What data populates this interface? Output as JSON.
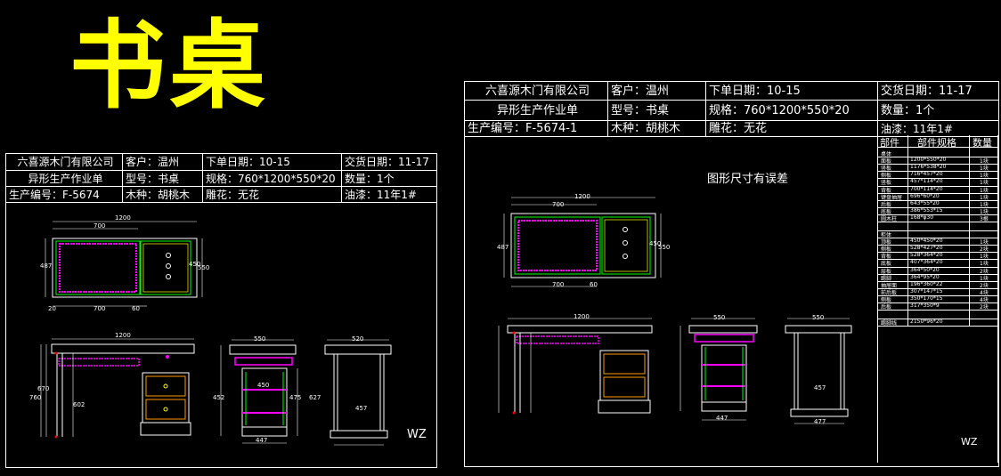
{
  "title": "书桌",
  "left_sheet": {
    "company": "六喜源木门有限公司",
    "doc_type": "异形生产作业单",
    "client": "客户：温州",
    "order_date": "下单日期：10-15",
    "delivery_date": "交货日期：11-17",
    "model": "型号：书桌",
    "spec": "规格：760*1200*550*20",
    "quantity": "数量：1个",
    "prod_no": "生产编号：F-5674",
    "wood": "木种：胡桃木",
    "carving": "雕花：无花",
    "paint": "油漆：11年1#",
    "signature": "WZ",
    "dims": {
      "plan_width": "1200",
      "plan_left": "700",
      "plan_depth": "487",
      "plan_depth2": "450",
      "plan_depth3": "550",
      "plan_bottom_left": "700",
      "plan_bottom_right": "60",
      "plan_corner": "20",
      "front_width": "1200",
      "front_height": "760",
      "front_h2": "670",
      "front_h3": "602",
      "side_width": "550",
      "side_h1": "452",
      "side_h2": "450",
      "side_w2": "447",
      "side_w3": "475",
      "back_width": "520",
      "back_h": "627",
      "back_w2": "457"
    }
  },
  "right_sheet": {
    "company": "六喜源木门有限公司",
    "doc_type": "异形生产作业单",
    "client": "客户：温州",
    "order_date": "下单日期：10-15",
    "delivery_date": "交货日期：11-17",
    "model": "型号：书桌",
    "spec": "规格：760*1200*550*20",
    "quantity": "数量：1个",
    "prod_no": "生产编号：F-5674-1",
    "wood": "木种：胡桃木",
    "carving": "雕花：无花",
    "paint": "油漆：11年1#",
    "note": "图形尺寸有误差",
    "signature": "WZ",
    "dims": {
      "plan_width": "1200",
      "plan_left": "700",
      "plan_depth": "487",
      "plan_depth2": "450",
      "plan_depth3": "550",
      "plan_bottom_left": "700",
      "plan_bottom_right": "60",
      "front_width": "1200",
      "side_width": "550",
      "back_width": "550",
      "side_w2": "447",
      "back_w2": "457",
      "back_w3": "477"
    },
    "parts_table": {
      "headers": [
        "部件",
        "部件规格",
        "数量"
      ],
      "group1_title": "桌体",
      "group1": [
        [
          "面板",
          "1200*550*20",
          "1块"
        ],
        [
          "竖板",
          "1176*538*20",
          "1块"
        ],
        [
          "侧板",
          "716*457*20",
          "1块"
        ],
        [
          "竖板",
          "457*114*20",
          "1块"
        ],
        [
          "背板",
          "700*114*20",
          "1块"
        ],
        [
          "键盘抽屉",
          "696*60*20",
          "1块"
        ],
        [
          "后板",
          "643*55*20",
          "1块"
        ],
        [
          "底板",
          "386*553*15",
          "1块"
        ],
        [
          "圆木柱",
          "168*φ30",
          "3根"
        ]
      ],
      "group2_title": "柜体",
      "group2": [
        [
          "顶板",
          "450*450*20",
          "1块"
        ],
        [
          "侧板",
          "528*427*20",
          "2块"
        ],
        [
          "背板",
          "528*364*20",
          "1块"
        ],
        [
          "底板",
          "407*364*20",
          "1块"
        ],
        [
          "层板",
          "364*50*20",
          "2块"
        ],
        [
          "踢脚",
          "364*95*20",
          "1块"
        ],
        [
          "抽屉面",
          "196*360*22",
          "2块"
        ],
        [
          "前后板",
          "307*147*15",
          "4块"
        ],
        [
          "侧板",
          "350*170*15",
          "4块"
        ],
        [
          "后板",
          "317*350*9",
          "2块"
        ]
      ],
      "extra": [
        "踢脚线",
        "2150*96*20",
        ""
      ]
    }
  },
  "colors": {
    "background": "#000000",
    "title": "#ffff00",
    "magenta": "#ff00ff",
    "green": "#00ff00",
    "yellow": "#ffff00",
    "red": "#ff0000",
    "orange": "#ff9900",
    "cyan": "#00ffff"
  }
}
